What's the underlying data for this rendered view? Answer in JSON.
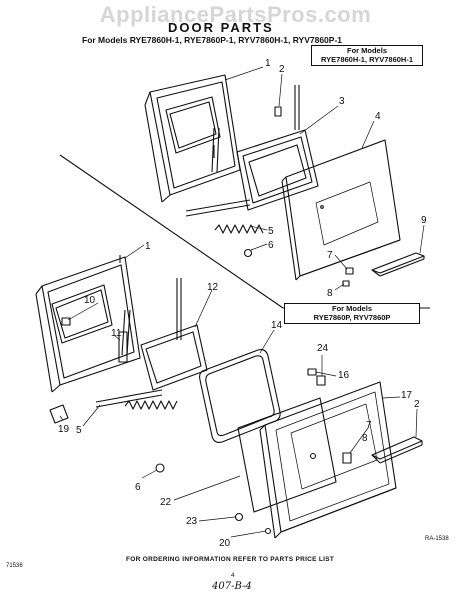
{
  "watermark": "AppliancePartsPros.com",
  "title": "DOOR PARTS",
  "models_line": "For Models RYE7860H-1, RYE7860P-1, RYV7860H-1, RYV7860P-1",
  "box_upper": {
    "line1": "For Models",
    "line2": "RYE7860H-1, RYV7860H-1"
  },
  "box_lower": {
    "line1": "For Models",
    "line2": "RYE7860P, RYV7860P"
  },
  "footer": "FOR ORDERING INFORMATION REFER TO PARTS PRICE LIST",
  "code_left": "71536",
  "code_right": "RA-1538",
  "page_number": "4",
  "handwritten": "407-B-4",
  "callouts": {
    "u1": "1",
    "u2": "2",
    "u3": "3",
    "u4": "4",
    "u5": "5",
    "u6": "6",
    "u7": "7",
    "u8": "8",
    "u9": "9",
    "l1": "1",
    "l10": "10",
    "l11": "11",
    "l12": "12",
    "l14": "14",
    "l24": "24",
    "l16": "16",
    "l17": "17",
    "l2": "2",
    "l7": "7",
    "l8": "8",
    "l19": "19",
    "l5": "5",
    "l6": "6",
    "l22": "22",
    "l23": "23",
    "l20": "20"
  }
}
